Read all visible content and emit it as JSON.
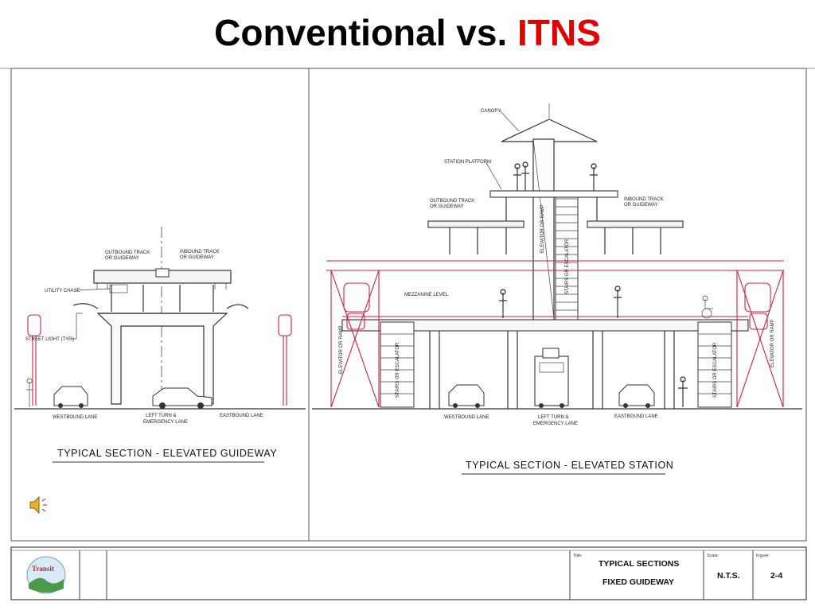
{
  "slide": {
    "title_main": "Conventional vs.",
    "title_accent": "ITNS",
    "accent_color": "#e00000"
  },
  "left_section": {
    "labels": {
      "outbound": [
        "OUTBOUND TRACK",
        "OR GUIDEWAY"
      ],
      "inbound": [
        "INBOUND TRACK",
        "OR GUIDEWAY"
      ],
      "utility_chase": "UTILITY CHASE",
      "street_light": "STREET LIGHT (TYP.)",
      "westbound": "WESTBOUND LANE",
      "left_turn": [
        "LEFT TURN &",
        "EMERGENCY LANE"
      ],
      "eastbound": "EASTBOUND LANE"
    },
    "caption": "TYPICAL SECTION - ELEVATED GUIDEWAY"
  },
  "right_section": {
    "labels": {
      "canopy": "CANOPY",
      "station_platform": "STATION PLATFORM",
      "outbound": [
        "OUTBOUND TRACK",
        "OR GUIDEWAY"
      ],
      "inbound": [
        "INBOUND TRACK",
        "OR GUIDEWAY"
      ],
      "mezzanine": "MEZZANINE LEVEL",
      "elevator_ramp": "ELEVATOR OR RAMP",
      "stairs_escalator": "STAIRS OR ESCALATOR",
      "westbound": "WESTBOUND LANE",
      "left_turn": [
        "LEFT TURN &",
        "EMERGENCY LANE"
      ],
      "eastbound": "EASTBOUND LANE"
    },
    "caption": "TYPICAL SECTION - ELEVATED STATION"
  },
  "title_block": {
    "logo_text": "Transit",
    "title_label": "Title:",
    "title_line1": "TYPICAL SECTIONS",
    "title_line2": "FIXED GUIDEWAY",
    "scale_label": "Scale:",
    "scale_value": "N.T.S.",
    "figure_label": "Figure:",
    "figure_value": "2-4"
  },
  "icons": {
    "audio": "speaker-icon"
  }
}
